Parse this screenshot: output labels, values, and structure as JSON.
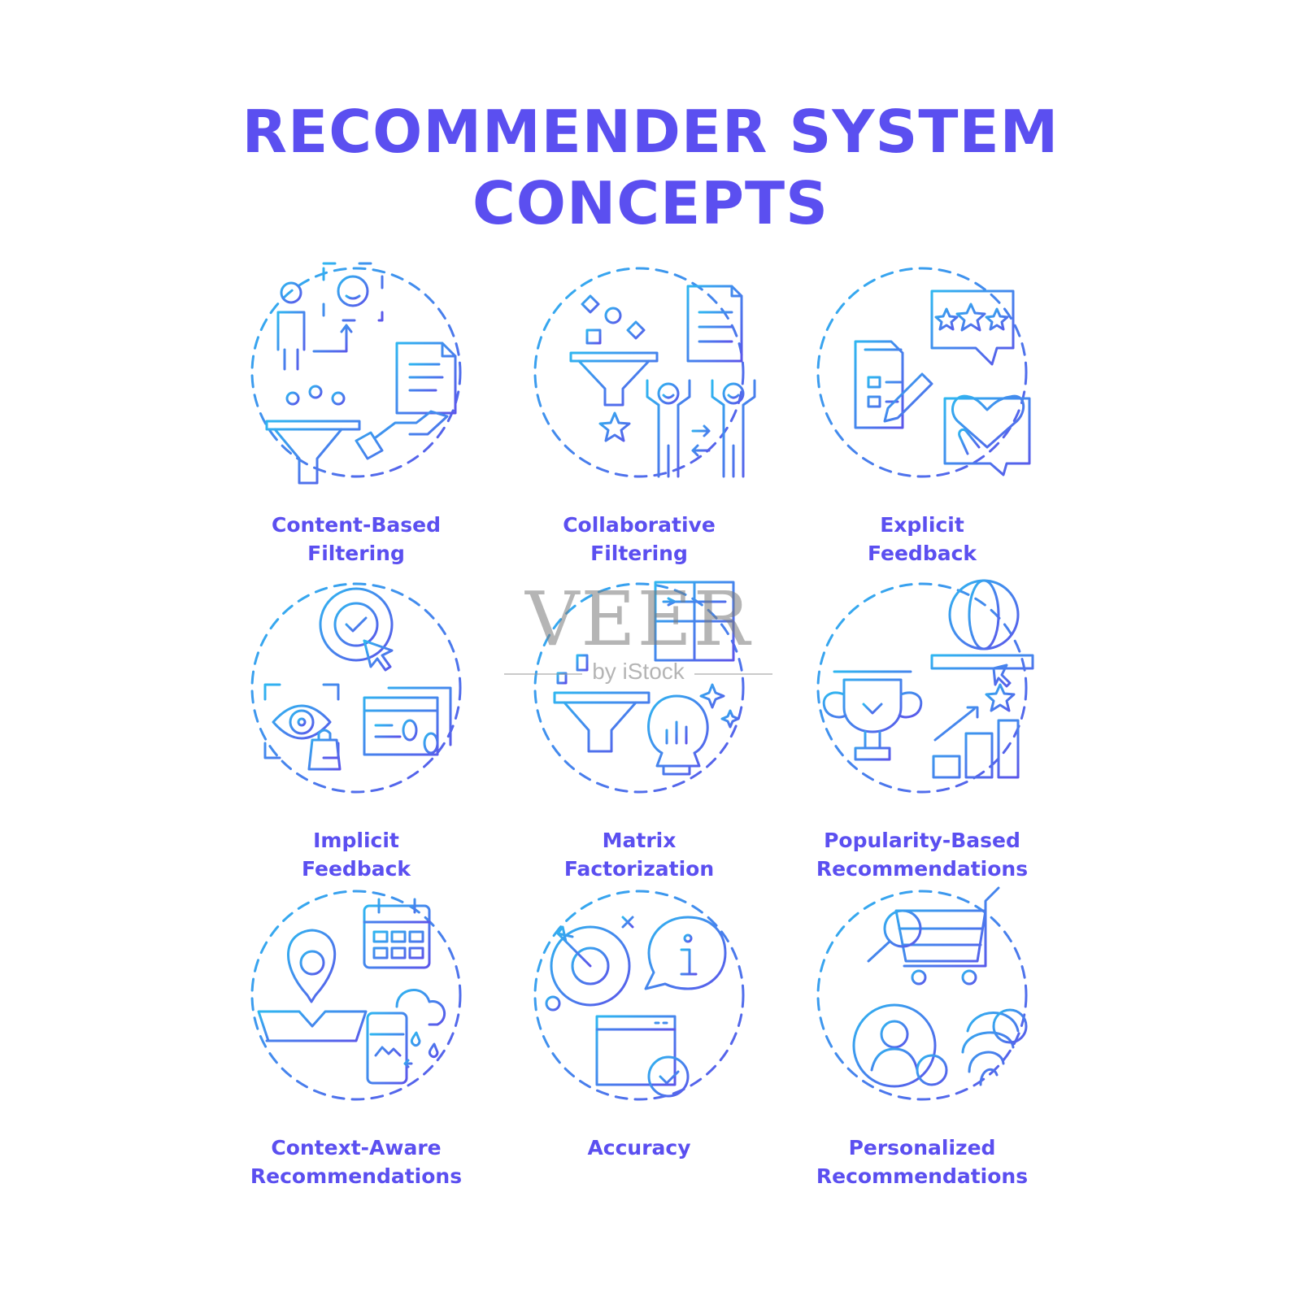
{
  "title": {
    "line1": "RECOMMENDER SYSTEM",
    "line2": "CONCEPTS"
  },
  "colors": {
    "title": "#5b4ff0",
    "icon_start": "#2fb6f0",
    "icon_end": "#5b55ea"
  },
  "concepts": [
    {
      "icon": "content-based-filtering-icon",
      "line1": "Content-Based",
      "line2": "Filtering"
    },
    {
      "icon": "collaborative-filtering-icon",
      "line1": "Collaborative",
      "line2": "Filtering"
    },
    {
      "icon": "explicit-feedback-icon",
      "line1": "Explicit",
      "line2": "Feedback"
    },
    {
      "icon": "implicit-feedback-icon",
      "line1": "Implicit",
      "line2": "Feedback"
    },
    {
      "icon": "matrix-factorization-icon",
      "line1": "Matrix",
      "line2": "Factorization"
    },
    {
      "icon": "popularity-based-recommendations-icon",
      "line1": "Popularity-Based",
      "line2": "Recommendations"
    },
    {
      "icon": "context-aware-recommendations-icon",
      "line1": "Context-Aware",
      "line2": "Recommendations"
    },
    {
      "icon": "accuracy-icon",
      "line1": "Accuracy",
      "line2": ""
    },
    {
      "icon": "personalized-recommendations-icon",
      "line1": "Personalized",
      "line2": "Recommendations"
    }
  ],
  "watermark": {
    "brand": "VEER",
    "tagline": "by iStock"
  }
}
